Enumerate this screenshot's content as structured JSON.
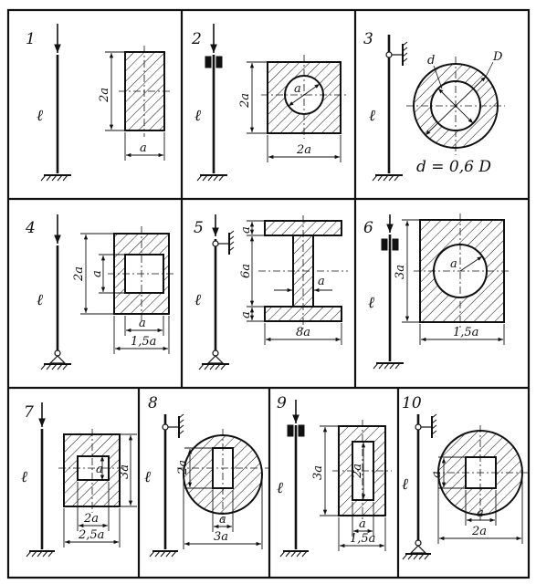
{
  "panels": [
    {
      "number": "1",
      "length": "ℓ",
      "dims": [
        "2a",
        "a"
      ]
    },
    {
      "number": "2",
      "length": "ℓ",
      "dims": [
        "2a",
        "2a",
        "a"
      ]
    },
    {
      "number": "3",
      "length": "ℓ",
      "dims": [
        "d",
        "D"
      ],
      "relation": "d = 0,6 D"
    },
    {
      "number": "4",
      "length": "ℓ",
      "dims": [
        "2a",
        "a",
        "a",
        "1,5a"
      ]
    },
    {
      "number": "5",
      "length": "ℓ",
      "dims": [
        "a",
        "6a",
        "a",
        "a",
        "8a"
      ]
    },
    {
      "number": "6",
      "length": "ℓ",
      "dims": [
        "3a",
        "a",
        "1,5a"
      ]
    },
    {
      "number": "7",
      "length": "ℓ",
      "dims": [
        "a",
        "3a",
        "2a",
        "2,5a"
      ]
    },
    {
      "number": "8",
      "length": "ℓ",
      "dims": [
        "2a",
        "a",
        "3a"
      ]
    },
    {
      "number": "9",
      "length": "ℓ",
      "dims": [
        "3a",
        "2a",
        "a",
        "1,5a"
      ]
    },
    {
      "number": "10",
      "length": "ℓ",
      "dims": [
        "a",
        "a",
        "2a"
      ]
    }
  ],
  "colors": {
    "ink": "#111111",
    "paper": "#ffffff"
  }
}
